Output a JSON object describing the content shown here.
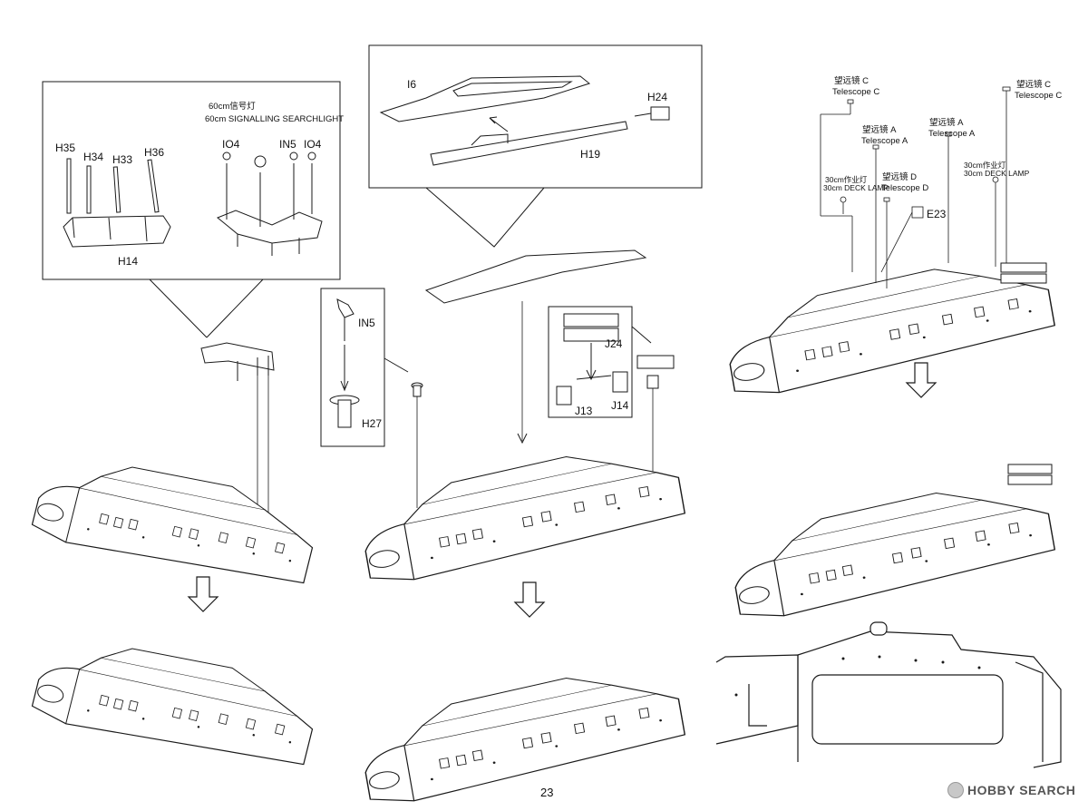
{
  "page": {
    "number": "23"
  },
  "watermark": {
    "brand": "HOBBY SEARCH"
  },
  "left_panel": {
    "searchlight_zh": "60cm信号灯",
    "searchlight_en": "60cm SIGNALLING SEARCHLIGHT",
    "parts": [
      "H35",
      "H34",
      "H33",
      "H36",
      "IO4",
      "IN5",
      "IO4"
    ],
    "assembly_label": "H14"
  },
  "middle_top": {
    "labels": [
      "I6",
      "H24",
      "H19"
    ]
  },
  "middle_detail_left": {
    "labels": [
      "IN5",
      "H27"
    ]
  },
  "middle_detail_right": {
    "labels": [
      "J24",
      "J13",
      "J14"
    ]
  },
  "right_panel": {
    "telescope_c_zh": "望远镜 C",
    "telescope_c_en": "Telescope C",
    "telescope_a_zh": "望远镜 A",
    "telescope_a_en": "Telescope A",
    "telescope_d_zh": "望远镜 D",
    "telescope_d_en": "Telescope D",
    "deck_lamp_zh": "30cm作业灯",
    "deck_lamp_en": "30cm DECK LAMP",
    "e23": "E23"
  },
  "colors": {
    "line": "#1a1a1a",
    "shade": "#d9d9d9"
  }
}
